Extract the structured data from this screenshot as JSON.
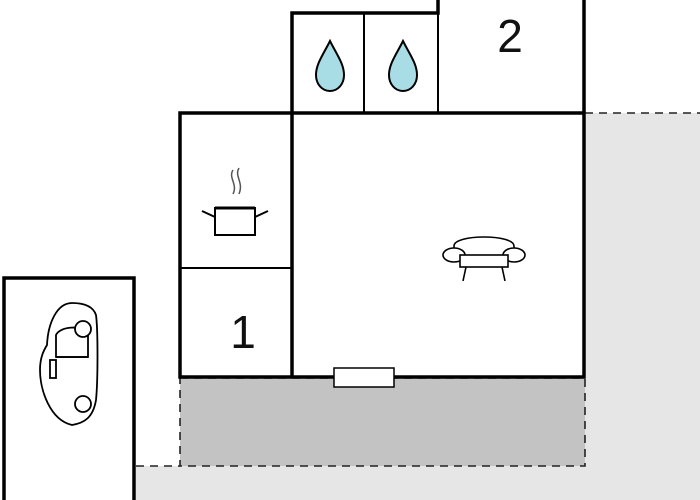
{
  "floorplan": {
    "rooms": [
      {
        "id": "bedroom-1",
        "label": "1"
      },
      {
        "id": "bedroom-2",
        "label": "2"
      }
    ],
    "icons": [
      "water-drop-icon",
      "water-drop-icon",
      "cooking-pot-icon",
      "sofa-icon",
      "car-icon"
    ],
    "colors": {
      "wall": "#000000",
      "terrace": "#c3c3c3",
      "outdoor_area": "#e6e6e6",
      "water": "#a9dde6"
    }
  }
}
